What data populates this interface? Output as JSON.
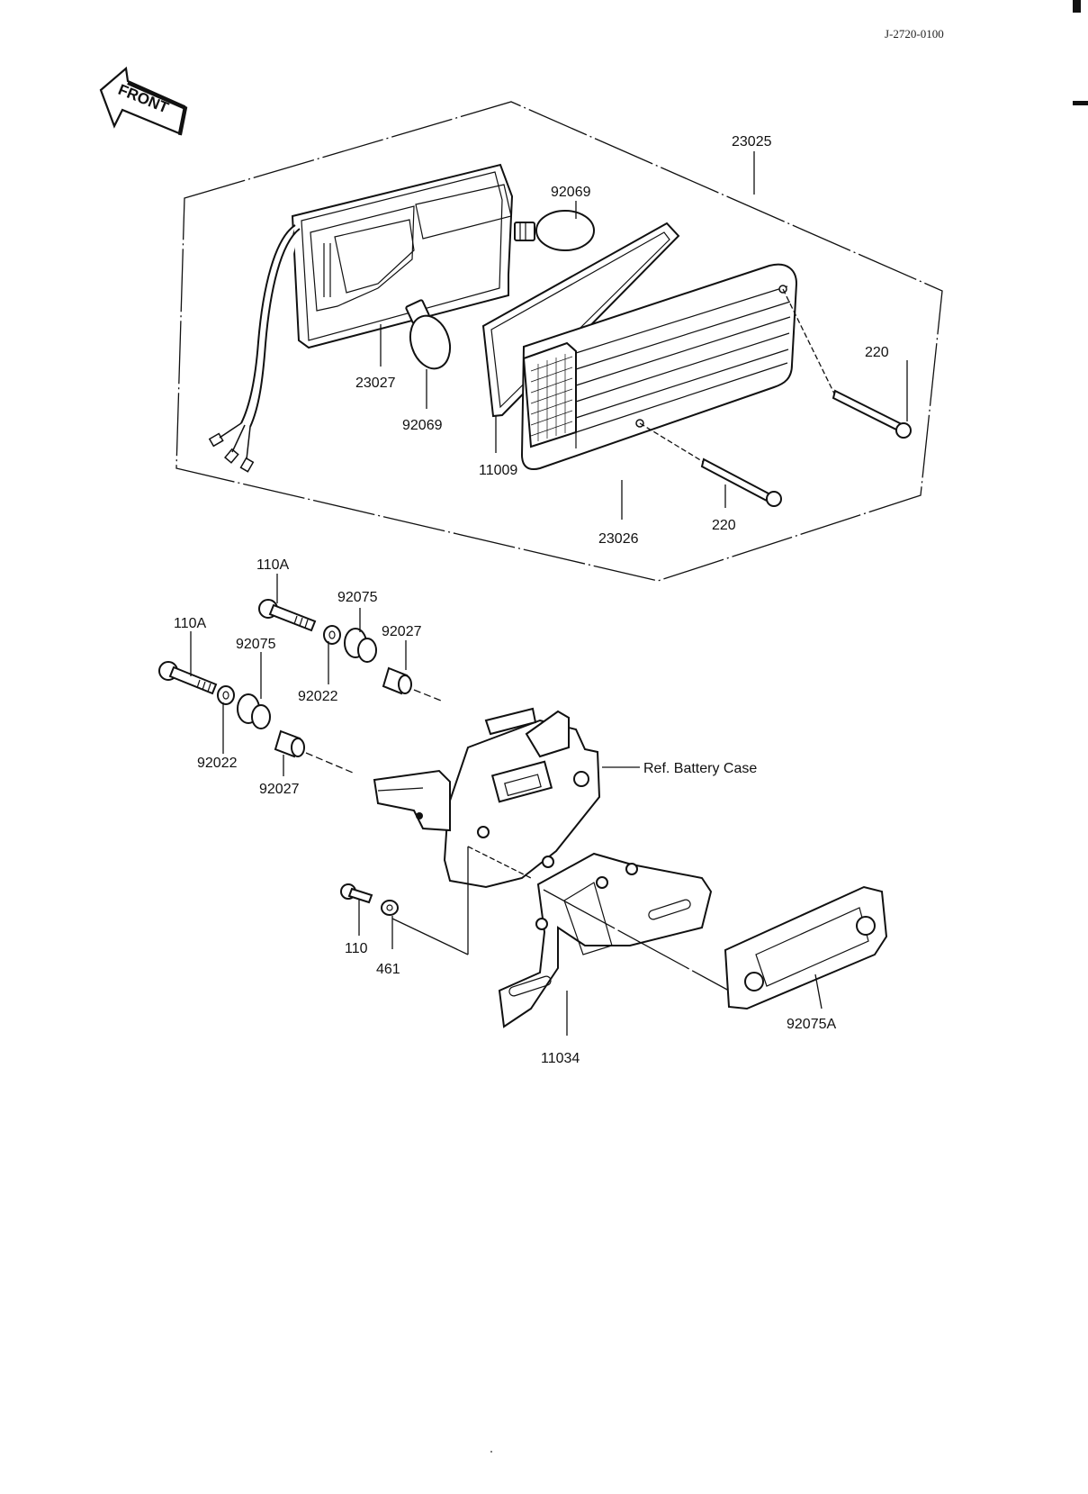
{
  "document": {
    "code": "J-2720-0100"
  },
  "front_arrow": {
    "label": "FRONT"
  },
  "callouts": {
    "c23025": "23025",
    "c92069_top": "92069",
    "c23027": "23027",
    "c92069_bot": "92069",
    "c220_right": "220",
    "c11009": "11009",
    "c220_bot": "220",
    "c23026": "23026",
    "c110A_top": "110A",
    "c92075_top": "92075",
    "c92027_top": "92027",
    "c110A_left": "110A",
    "c92075_left": "92075",
    "c92022_top": "92022",
    "c92022_bot": "92022",
    "c92027_bot": "92027",
    "ref_battery_case": "Ref.  Battery Case",
    "c110": "110",
    "c461": "461",
    "c11034": "11034",
    "c92075A": "92075A"
  }
}
